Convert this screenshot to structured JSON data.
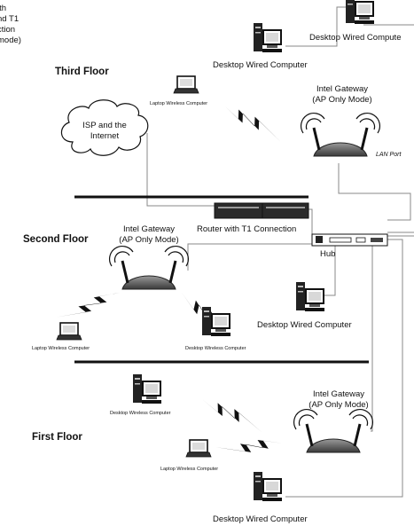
{
  "left_text_fragment": [
    "ith",
    "nd T1",
    "ction",
    "mode)"
  ],
  "floors": {
    "third": "Third Floor",
    "second": "Second Floor",
    "first": "First Floor"
  },
  "cloud": {
    "line1": "ISP and the",
    "line2": "Internet"
  },
  "gateways": {
    "third": {
      "line1": "Intel Gateway",
      "line2": "(AP Only Mode)",
      "port": "LAN Port"
    },
    "second": {
      "line1": "Intel Gateway",
      "line2": "(AP Only Mode)"
    },
    "first": {
      "line1": "Intel Gateway",
      "line2": "(AP Only Mode)"
    }
  },
  "router": "Router with T1 Connection",
  "hub": "Hub",
  "desktops": {
    "top_right": "Desktop Wired Compute",
    "third": "Desktop Wired Computer",
    "second": "Desktop Wired Computer",
    "first": "Desktop Wired Computer"
  },
  "wireless": {
    "third_laptop": "Laptop Wireless Computer",
    "second_laptop": "Laptop Wireless Computer",
    "second_desktop": "Desktop Wireless Computer",
    "first_desktop": "Desktop Wireless Computer",
    "first_laptop": "Laptop Wireless Computer"
  }
}
